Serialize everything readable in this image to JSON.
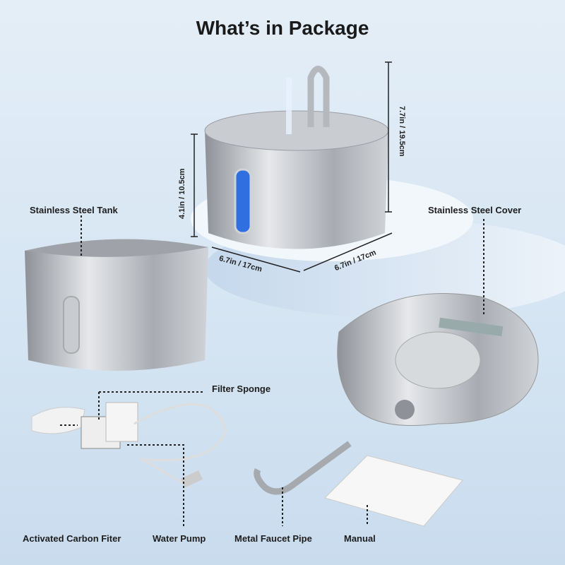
{
  "title": "What’s in Package",
  "labels": {
    "tank": "Stainless Steel Tank",
    "cover": "Stainless Steel Cover",
    "sponge": "Filter Sponge",
    "carbon": "Activated Carbon Fiter",
    "pump": "Water Pump",
    "pipe": "Metal Faucet Pipe",
    "manual": "Manual"
  },
  "dimensions": {
    "height_total": "7.7in / 19.5cm",
    "height_tank": "4.1in / 10.5cm",
    "width": "6.7in / 17cm",
    "depth": "6.7in / 17cm"
  },
  "colors": {
    "background": "#d7e6f3",
    "steel": "#b8bcc2",
    "water_window": "#2f6fe0"
  }
}
